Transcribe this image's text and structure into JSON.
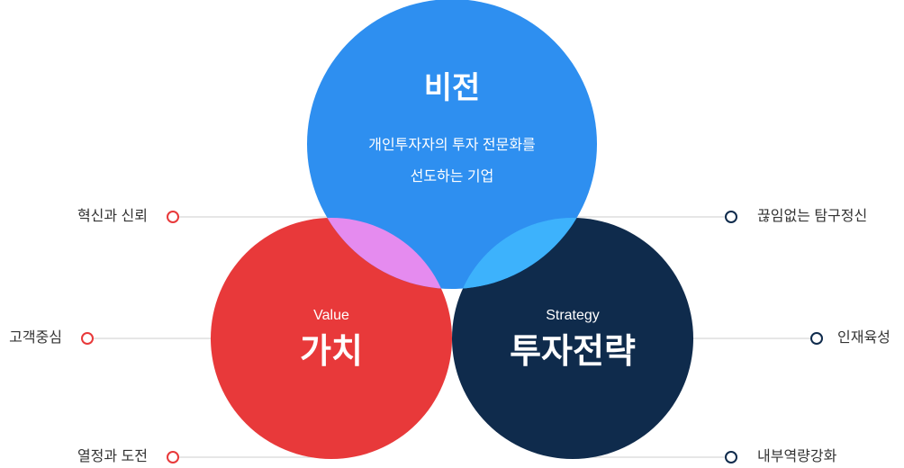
{
  "vision": {
    "title": "비전",
    "line1": "개인투자자의 투자 전문화를",
    "line2": "선도하는 기업",
    "color": "#2e8ff0"
  },
  "value": {
    "subtitle": "Value",
    "title": "가치",
    "color": "#e8393a"
  },
  "strategy": {
    "subtitle": "Strategy",
    "title": "투자전략",
    "color": "#0f2b4c"
  },
  "overlaps": {
    "vision_value": "#e58bef",
    "vision_strategy": "#3db2fc"
  },
  "value_points": [
    "혁신과 신뢰",
    "고객중심",
    "열정과 도전"
  ],
  "strategy_points": [
    "끊임없는 탐구정신",
    "인재육성",
    "내부역량강화"
  ],
  "marker_colors": {
    "value": "#e8393a",
    "strategy": "#0f2b4c",
    "line": "#cccccc"
  }
}
